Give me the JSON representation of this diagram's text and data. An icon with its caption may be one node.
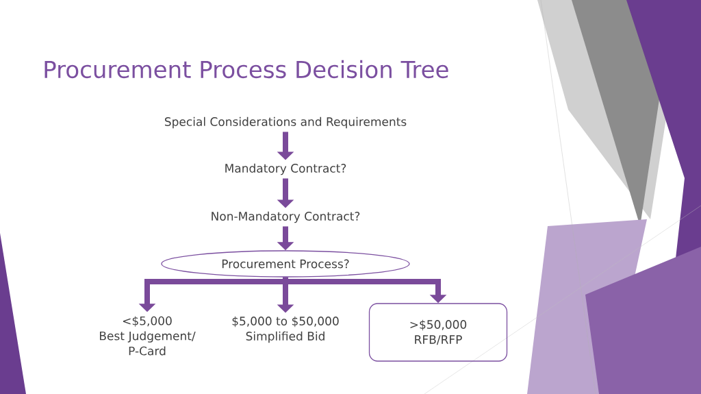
{
  "diagram": {
    "title": "Procurement Process Decision Tree",
    "nodes": [
      {
        "text": [
          "Special Considerations and Requirements"
        ]
      },
      {
        "text": [
          "Mandatory Contract?"
        ]
      },
      {
        "text": [
          "Non-Mandatory Contract?"
        ]
      },
      {
        "text": [
          "Procurement Process?"
        ]
      },
      {
        "text": [
          "<$5,000",
          "Best Judgement/ P-Card"
        ]
      },
      {
        "text": [
          "$5,000 to $50,000",
          "Simplified Bid"
        ]
      },
      {
        "text": [
          ">$50,000",
          "RFB/RFP"
        ]
      }
    ],
    "edges": [
      {
        "from": 0,
        "to": 1,
        "arrow": "to"
      },
      {
        "from": 1,
        "to": 2,
        "arrow": "to"
      },
      {
        "from": 2,
        "to": 3,
        "arrow": "to"
      },
      {
        "from": 3,
        "to": 4,
        "arrow": "to"
      },
      {
        "from": 3,
        "to": 5,
        "arrow": "to"
      },
      {
        "from": 3,
        "to": 6,
        "arrow": "to"
      }
    ]
  }
}
